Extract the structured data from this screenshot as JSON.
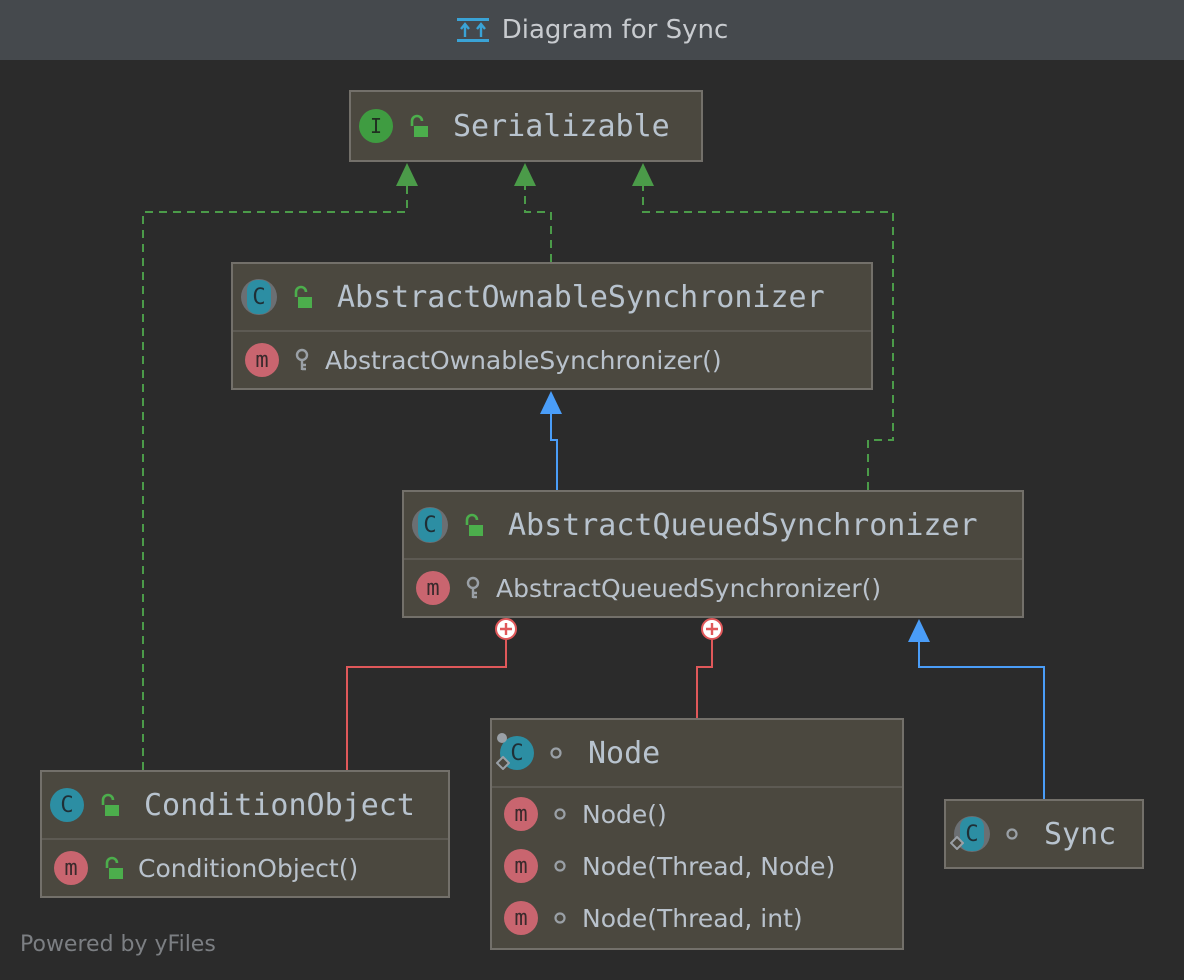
{
  "window": {
    "title": "Diagram for Sync"
  },
  "footer": {
    "text": "Powered by yFiles"
  },
  "colors": {
    "background": "#2b2b2b",
    "node_fill": "#4b483f",
    "realization_edge": "#4b9b49",
    "extends_edge": "#4a9df8",
    "inner_class_edge": "#e0585a"
  },
  "nodes": {
    "serializable": {
      "kind": "interface",
      "icon": "I",
      "name": "Serializable",
      "members": []
    },
    "aos": {
      "kind": "abstract-class",
      "icon": "C",
      "name": "AbstractOwnableSynchronizer",
      "members": [
        {
          "icon": "m",
          "visibility": "protected",
          "text": "AbstractOwnableSynchronizer()"
        }
      ]
    },
    "aqs": {
      "kind": "abstract-class",
      "icon": "C",
      "name": "AbstractQueuedSynchronizer",
      "members": [
        {
          "icon": "m",
          "visibility": "protected",
          "text": "AbstractQueuedSynchronizer()"
        }
      ]
    },
    "condition": {
      "kind": "class",
      "icon": "C",
      "name": "ConditionObject",
      "members": [
        {
          "icon": "m",
          "visibility": "public",
          "text": "ConditionObject()"
        }
      ]
    },
    "node": {
      "kind": "static-final-class",
      "icon": "C",
      "name": "Node",
      "members": [
        {
          "icon": "m",
          "visibility": "package",
          "text": "Node()"
        },
        {
          "icon": "m",
          "visibility": "package",
          "text": "Node(Thread, Node)"
        },
        {
          "icon": "m",
          "visibility": "package",
          "text": "Node(Thread, int)"
        }
      ]
    },
    "sync": {
      "kind": "abstract-static-class",
      "icon": "C",
      "name": "Sync",
      "members": []
    }
  },
  "edges": [
    {
      "from": "aos",
      "to": "serializable",
      "type": "implements"
    },
    {
      "from": "aqs",
      "to": "serializable",
      "type": "implements"
    },
    {
      "from": "condition",
      "to": "serializable",
      "type": "implements"
    },
    {
      "from": "aqs",
      "to": "aos",
      "type": "extends"
    },
    {
      "from": "sync",
      "to": "aqs",
      "type": "extends"
    },
    {
      "from": "condition",
      "to": "aqs",
      "type": "inner-class"
    },
    {
      "from": "node",
      "to": "aqs",
      "type": "inner-class"
    }
  ]
}
